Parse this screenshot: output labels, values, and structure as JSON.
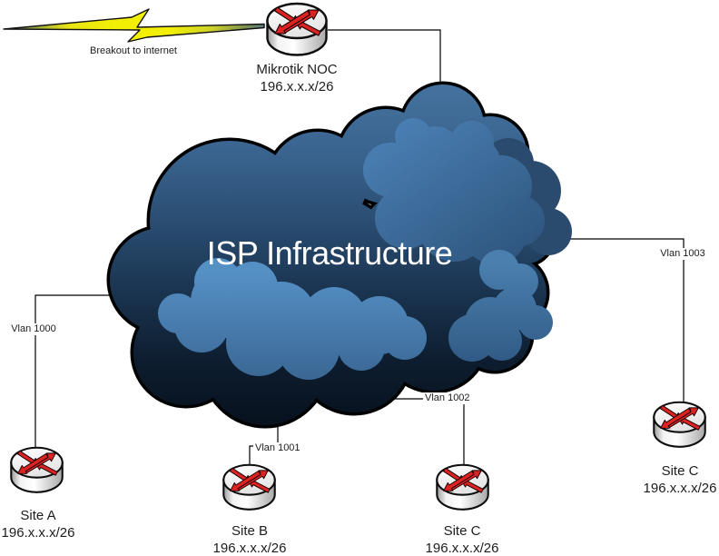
{
  "diagram": {
    "cloud_label": "ISP Infrastructure",
    "internet_link": "Breakout to internet",
    "noc": {
      "name": "Mikrotik NOC",
      "subnet": "196.x.x.x/26"
    },
    "sites": [
      {
        "name": "Site A",
        "subnet": "196.x.x.x/26",
        "vlan": "Vlan 1000"
      },
      {
        "name": "Site B",
        "subnet": "196.x.x.x/26",
        "vlan": "Vlan 1001"
      },
      {
        "name": "Site C",
        "subnet": "196.x.x.x/26",
        "vlan": "Vlan 1002"
      },
      {
        "name": "Site C",
        "subnet": "196.x.x.x/26",
        "vlan": "Vlan 1003"
      }
    ],
    "colors": {
      "cloud_top": "#45729f",
      "cloud_bottom": "#07101c",
      "cloud_text": "#ffffff",
      "bolt_yellow": "#f2ef05",
      "router_arrow_red": "#dd2222",
      "connector_line": "#000000"
    }
  }
}
